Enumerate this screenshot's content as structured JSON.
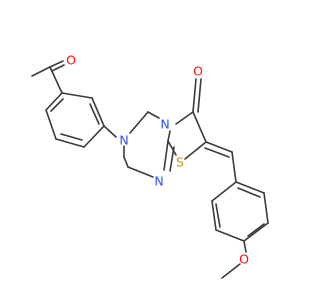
{
  "structure": {
    "atoms": {
      "carbonyl_oxygen_acetyl": "O",
      "ring_nitrogen_upper": "N",
      "ring_nitrogen_lower": "N",
      "ring_nitrogen_imine": "N",
      "thiazole_sulfur": "S",
      "lactam_oxygen": "O",
      "methoxy_oxygen": "O"
    }
  },
  "colors": {
    "bond": "#3a3a3a",
    "oxygen": "#ff0d0d",
    "nitrogen": "#2f50f8",
    "sulfur": "#c6a000"
  }
}
